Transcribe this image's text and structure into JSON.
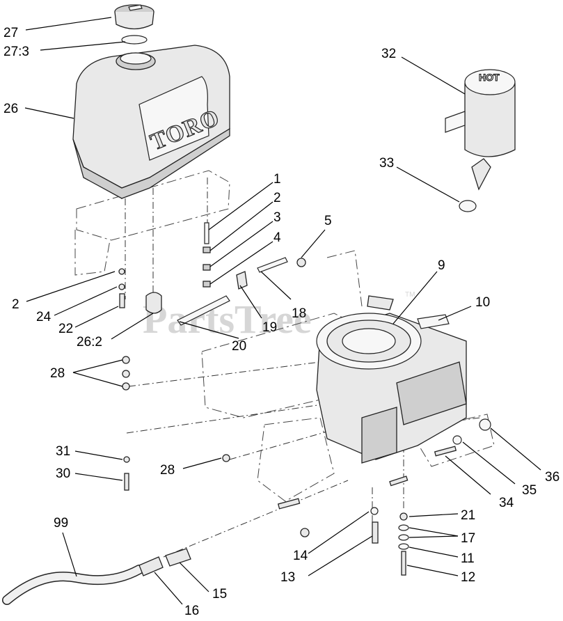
{
  "watermark": {
    "text": "PartsTree",
    "tm": "TM"
  },
  "tank_brand": "TORO",
  "muffler_label": "HOT",
  "callouts": [
    "27",
    "27:3",
    "26",
    "32",
    "33",
    "1",
    "2",
    "3",
    "4",
    "5",
    "9",
    "10",
    "18",
    "19",
    "2",
    "24",
    "22",
    "26:2",
    "20",
    "28",
    "31",
    "30",
    "28",
    "36",
    "35",
    "34",
    "21",
    "17",
    "11",
    "12",
    "99",
    "14",
    "13",
    "15",
    "16"
  ]
}
